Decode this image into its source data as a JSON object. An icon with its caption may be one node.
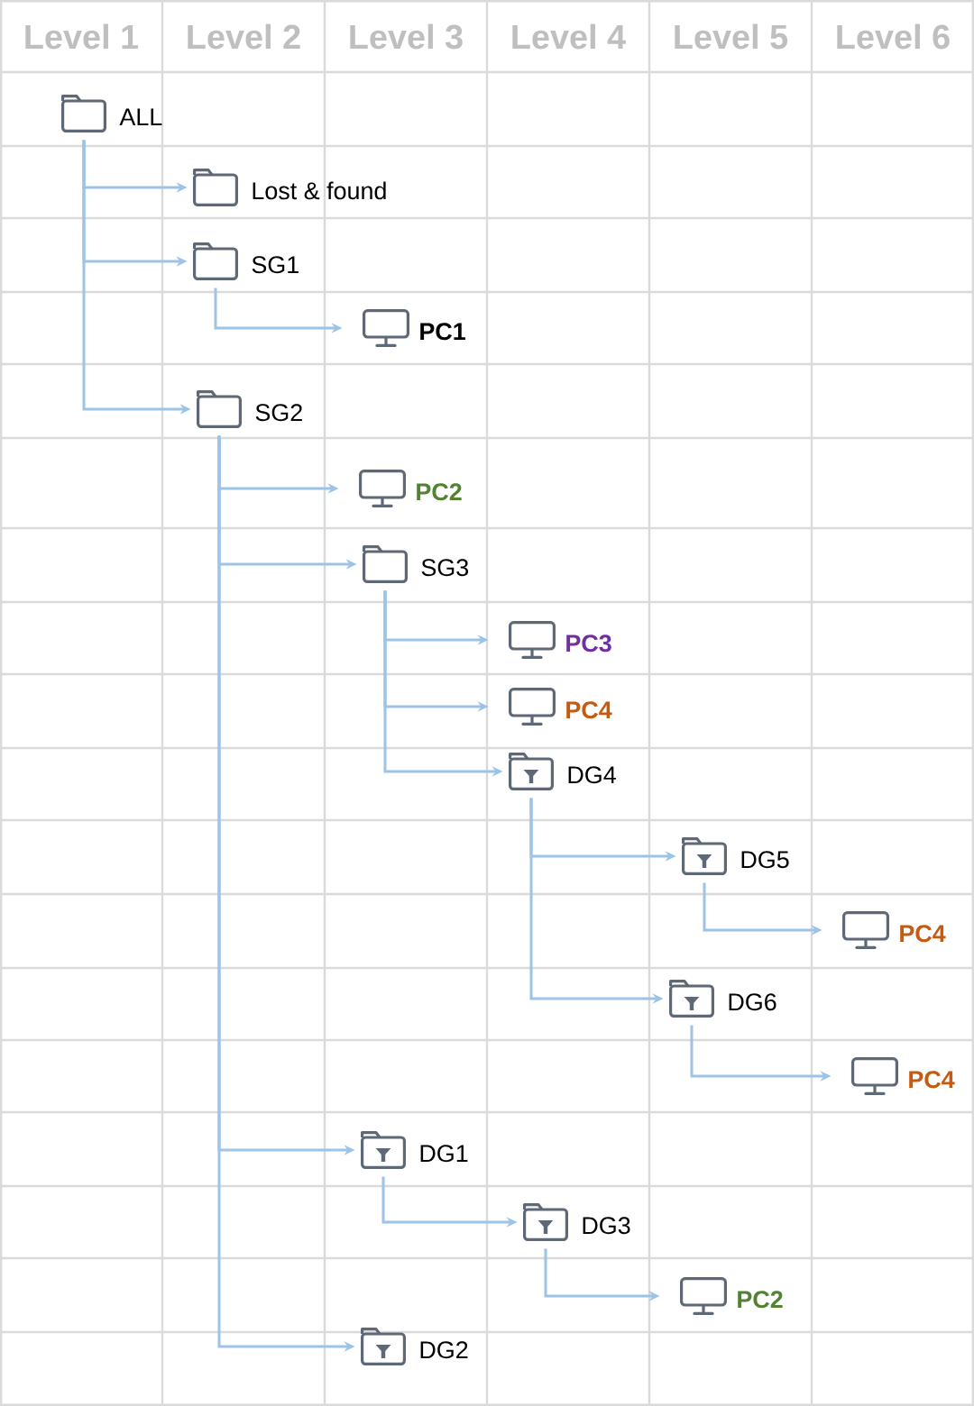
{
  "diagram": {
    "nodes": [
      {
        "text": [
          "ALL"
        ]
      },
      {
        "text": [
          "Lost & found"
        ]
      },
      {
        "text": [
          "SG1"
        ]
      },
      {
        "text": [
          "PC1"
        ]
      },
      {
        "text": [
          "SG2"
        ]
      },
      {
        "text": [
          "PC2"
        ]
      },
      {
        "text": [
          "SG3"
        ]
      },
      {
        "text": [
          "PC3"
        ]
      },
      {
        "text": [
          "PC4"
        ]
      },
      {
        "text": [
          "DG4"
        ]
      },
      {
        "text": [
          "DG5"
        ]
      },
      {
        "text": [
          "PC4"
        ]
      },
      {
        "text": [
          "DG6"
        ]
      },
      {
        "text": [
          "PC4"
        ]
      },
      {
        "text": [
          "DG1"
        ]
      },
      {
        "text": [
          "DG3"
        ]
      },
      {
        "text": [
          "PC2"
        ]
      },
      {
        "text": [
          "DG2"
        ]
      }
    ],
    "edges": [
      {
        "from": 0,
        "to": 1,
        "arrow": "to"
      },
      {
        "from": 0,
        "to": 2,
        "arrow": "to"
      },
      {
        "from": 2,
        "to": 3,
        "arrow": "to"
      },
      {
        "from": 0,
        "to": 4,
        "arrow": "to"
      },
      {
        "from": 4,
        "to": 5,
        "arrow": "to"
      },
      {
        "from": 4,
        "to": 6,
        "arrow": "to"
      },
      {
        "from": 6,
        "to": 7,
        "arrow": "to"
      },
      {
        "from": 6,
        "to": 8,
        "arrow": "to"
      },
      {
        "from": 6,
        "to": 9,
        "arrow": "to"
      },
      {
        "from": 9,
        "to": 10,
        "arrow": "to"
      },
      {
        "from": 10,
        "to": 11,
        "arrow": "to"
      },
      {
        "from": 9,
        "to": 12,
        "arrow": "to"
      },
      {
        "from": 12,
        "to": 13,
        "arrow": "to"
      },
      {
        "from": 4,
        "to": 14,
        "arrow": "to"
      },
      {
        "from": 14,
        "to": 15,
        "arrow": "to"
      },
      {
        "from": 15,
        "to": 16,
        "arrow": "to"
      },
      {
        "from": 4,
        "to": 17,
        "arrow": "to"
      }
    ],
    "labels": [
      "Level 1",
      "Level 2",
      "Level 3",
      "Level 4",
      "Level 5",
      "Level 6"
    ]
  }
}
